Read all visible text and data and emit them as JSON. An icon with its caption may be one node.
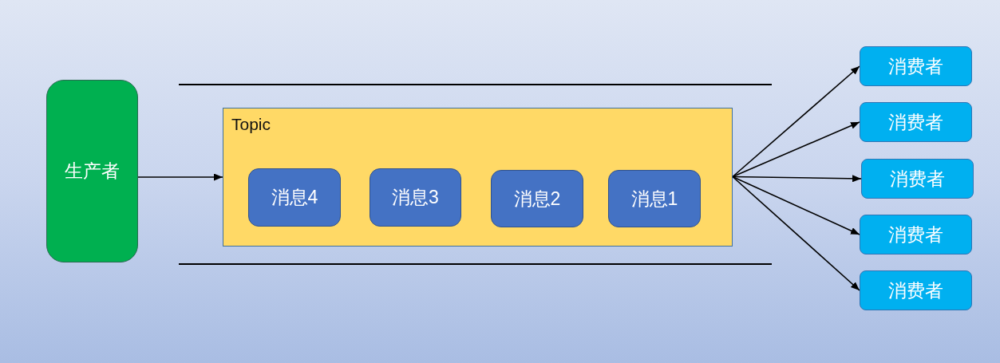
{
  "diagram": {
    "nodes": [
      {
        "text": [
          "生产者"
        ]
      },
      {
        "text": [
          "Topic"
        ]
      },
      {
        "text": [
          "消息4"
        ],
        "in": 1
      },
      {
        "text": [
          "消息3"
        ],
        "in": 1
      },
      {
        "text": [
          "消息2"
        ],
        "in": 1
      },
      {
        "text": [
          "消息1"
        ],
        "in": 1
      },
      {
        "text": [
          "消费者"
        ]
      },
      {
        "text": [
          "消费者"
        ]
      },
      {
        "text": [
          "消费者"
        ]
      },
      {
        "text": [
          "消费者"
        ]
      },
      {
        "text": [
          "消费者"
        ]
      }
    ],
    "edges": [
      {
        "from": 0,
        "to": 1,
        "arrow": "to"
      },
      {
        "from": 1,
        "to": 6,
        "arrow": "to"
      },
      {
        "from": 1,
        "to": 7,
        "arrow": "to"
      },
      {
        "from": 1,
        "to": 8,
        "arrow": "to"
      },
      {
        "from": 1,
        "to": 9,
        "arrow": "to"
      },
      {
        "from": 1,
        "to": 10,
        "arrow": "to"
      }
    ]
  }
}
